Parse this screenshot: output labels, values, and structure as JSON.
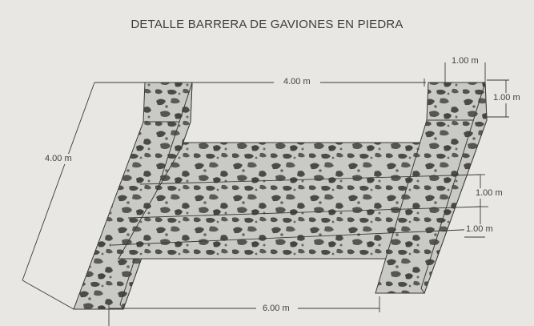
{
  "drawing": {
    "title": "DETALLE BARRERA DE GAVIONES EN PIEDRA",
    "colors": {
      "paper": "#e9e7e4",
      "ink": "#3a3a3a",
      "stone_light": "#c9c9c6",
      "stone_dark": "#4a4a48"
    },
    "dimensions": {
      "top_length": "4.00 m",
      "left_depth": "4.00 m",
      "bottom_length": "6.00 m",
      "post_width": "1.00 m",
      "post_height_top": "1.00 m",
      "layer_1": "1.00 m",
      "layer_2": "1.00 m"
    }
  }
}
